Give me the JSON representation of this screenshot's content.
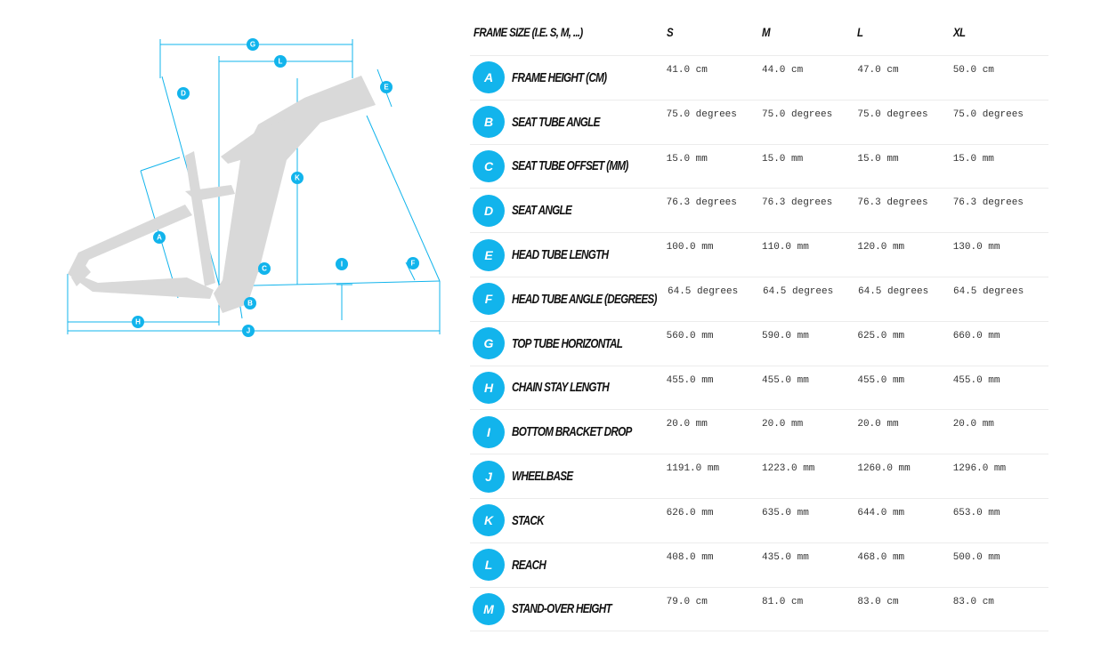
{
  "table": {
    "header": {
      "label": "FRAME SIZE (I.E. S, M, ...)",
      "sizes": [
        "S",
        "M",
        "L",
        "XL"
      ]
    },
    "rows": [
      {
        "key": "A",
        "label": "FRAME HEIGHT (CM)",
        "values": [
          "41.0 cm",
          "44.0 cm",
          "47.0 cm",
          "50.0 cm"
        ]
      },
      {
        "key": "B",
        "label": "SEAT TUBE ANGLE",
        "values": [
          "75.0 degrees",
          "75.0 degrees",
          "75.0 degrees",
          "75.0 degrees"
        ]
      },
      {
        "key": "C",
        "label": "SEAT TUBE OFFSET (MM)",
        "values": [
          "15.0 mm",
          "15.0 mm",
          "15.0 mm",
          "15.0 mm"
        ]
      },
      {
        "key": "D",
        "label": "SEAT ANGLE",
        "values": [
          "76.3 degrees",
          "76.3 degrees",
          "76.3 degrees",
          "76.3 degrees"
        ]
      },
      {
        "key": "E",
        "label": "HEAD TUBE LENGTH",
        "values": [
          "100.0 mm",
          "110.0 mm",
          "120.0 mm",
          "130.0 mm"
        ]
      },
      {
        "key": "F",
        "label": "HEAD TUBE ANGLE (DEGREES)",
        "values": [
          "64.5 degrees",
          "64.5 degrees",
          "64.5 degrees",
          "64.5 degrees"
        ]
      },
      {
        "key": "G",
        "label": "TOP TUBE HORIZONTAL",
        "values": [
          "560.0 mm",
          "590.0 mm",
          "625.0 mm",
          "660.0 mm"
        ]
      },
      {
        "key": "H",
        "label": "CHAIN STAY LENGTH",
        "values": [
          "455.0 mm",
          "455.0 mm",
          "455.0 mm",
          "455.0 mm"
        ]
      },
      {
        "key": "I",
        "label": "BOTTOM BRACKET DROP",
        "values": [
          "20.0 mm",
          "20.0 mm",
          "20.0 mm",
          "20.0 mm"
        ]
      },
      {
        "key": "J",
        "label": "WHEELBASE",
        "values": [
          "1191.0 mm",
          "1223.0 mm",
          "1260.0 mm",
          "1296.0 mm"
        ]
      },
      {
        "key": "K",
        "label": "STACK",
        "values": [
          "626.0 mm",
          "635.0 mm",
          "644.0 mm",
          "653.0 mm"
        ]
      },
      {
        "key": "L",
        "label": "REACH",
        "values": [
          "408.0 mm",
          "435.0 mm",
          "468.0 mm",
          "500.0 mm"
        ]
      },
      {
        "key": "M",
        "label": "STAND-OVER HEIGHT",
        "values": [
          "79.0 cm",
          "81.0 cm",
          "83.0 cm",
          "83.0 cm"
        ]
      }
    ]
  },
  "diagram": {
    "markers": [
      "G",
      "L",
      "D",
      "E",
      "K",
      "A",
      "C",
      "I",
      "F",
      "B",
      "H",
      "J"
    ],
    "accent_color": "#12b4ec",
    "frame_color": "#d9d9d9"
  }
}
